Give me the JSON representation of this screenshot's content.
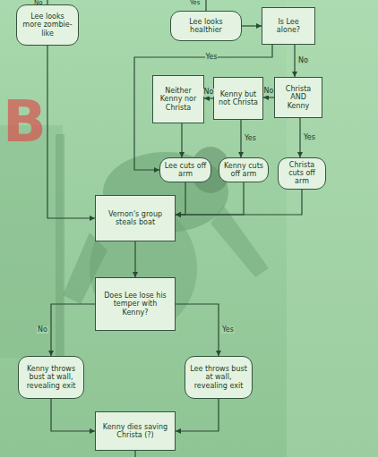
{
  "diagram": {
    "nodes": [
      {
        "text": [
          "Lee looks more zombie-like"
        ]
      },
      {
        "text": [
          "Lee looks healthier"
        ]
      },
      {
        "text": [
          "Is Lee alone?"
        ]
      },
      {
        "text": [
          "Neither Kenny nor Christa"
        ]
      },
      {
        "text": [
          "Kenny but not Christa"
        ]
      },
      {
        "text": [
          "Christa AND Kenny"
        ]
      },
      {
        "text": [
          "Lee cuts off arm"
        ]
      },
      {
        "text": [
          "Kenny cuts off arm"
        ]
      },
      {
        "text": [
          "Christa cuts off arm"
        ]
      },
      {
        "text": [
          "Vernon's group steals boat"
        ]
      },
      {
        "text": [
          "Does Lee lose his temper with Kenny?"
        ]
      },
      {
        "text": [
          "Kenny throws bust at wall, revealing exit"
        ]
      },
      {
        "text": [
          "Lee throws bust at wall, revealing exit"
        ]
      },
      {
        "text": [
          "Kenny dies saving Christa (?)"
        ]
      }
    ],
    "edges": [
      {
        "from": 1,
        "to": 2,
        "arrow": "to"
      },
      {
        "from": 2,
        "to": 5,
        "label": "No",
        "arrow": "to"
      },
      {
        "from": 2,
        "to": 6,
        "label": "Yes",
        "arrow": "to"
      },
      {
        "from": 5,
        "to": 4,
        "label": "No",
        "arrow": "to"
      },
      {
        "from": 4,
        "to": 3,
        "label": "No",
        "arrow": "to"
      },
      {
        "from": 3,
        "to": 6,
        "arrow": "to"
      },
      {
        "from": 4,
        "to": 7,
        "label": "Yes",
        "arrow": "to"
      },
      {
        "from": 5,
        "to": 8,
        "label": "Yes",
        "arrow": "to"
      },
      {
        "from": 0,
        "to": 9,
        "arrow": "to"
      },
      {
        "from": 6,
        "to": 9,
        "arrow": "to"
      },
      {
        "from": 7,
        "to": 9,
        "arrow": "to"
      },
      {
        "from": 8,
        "to": 9,
        "arrow": "to"
      },
      {
        "from": 9,
        "to": 10,
        "arrow": "to"
      },
      {
        "from": 10,
        "to": 11,
        "label": "No",
        "arrow": "to"
      },
      {
        "from": 10,
        "to": 12,
        "label": "Yes",
        "arrow": "to"
      },
      {
        "from": 11,
        "to": 13,
        "arrow": "to"
      },
      {
        "from": 12,
        "to": 13,
        "arrow": "to"
      }
    ],
    "labels": [
      "No",
      "Yes",
      "B"
    ]
  }
}
